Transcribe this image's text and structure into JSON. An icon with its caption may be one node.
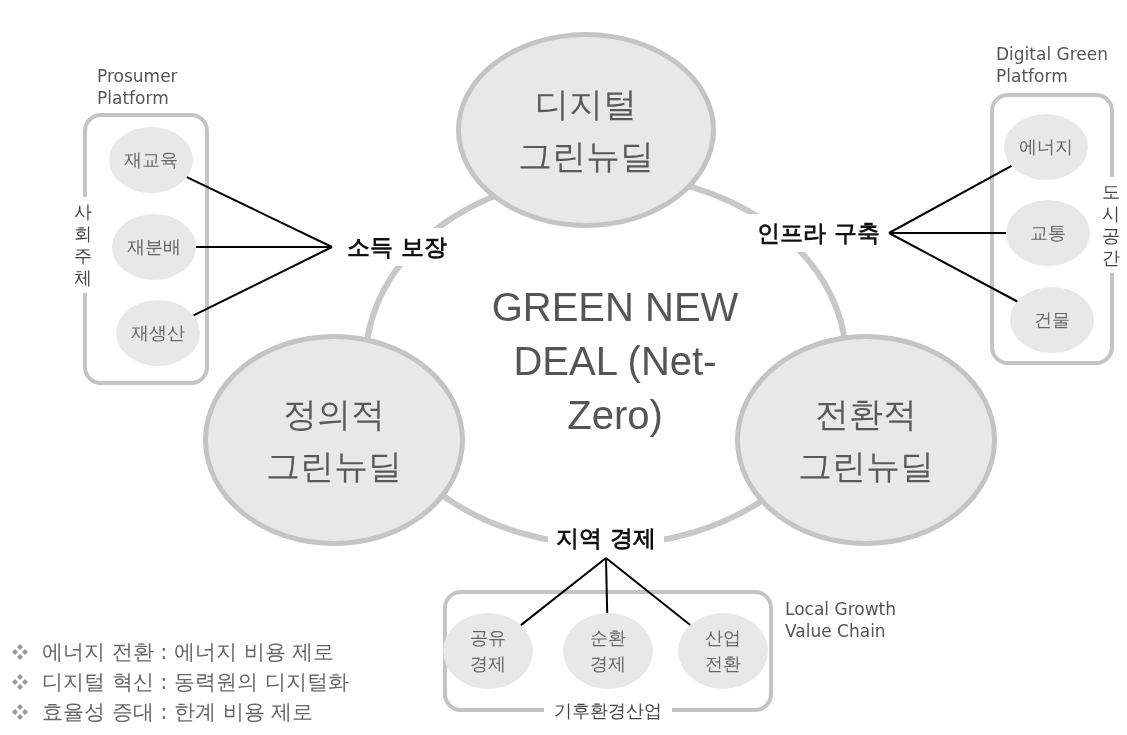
{
  "diagram": {
    "nodes": [
      {
        "text": [
          "디지털 그린뉴딜"
        ]
      },
      {
        "text": [
          "정의적 그린뉴딜"
        ]
      },
      {
        "text": [
          "전환적 그린뉴딜"
        ]
      },
      {
        "text": [
          "소득 보장"
        ]
      },
      {
        "text": [
          "Prosumer Platform",
          "사회주체"
        ]
      },
      {
        "text": [
          "재교육"
        ],
        "in": 4
      },
      {
        "text": [
          "재분배"
        ],
        "in": 4
      },
      {
        "text": [
          "재생산"
        ],
        "in": 4
      },
      {
        "text": [
          "인프라 구축"
        ]
      },
      {
        "text": [
          "Digital Green Platform",
          "도시공간"
        ]
      },
      {
        "text": [
          "에너지"
        ],
        "in": 9
      },
      {
        "text": [
          "교통"
        ],
        "in": 9
      },
      {
        "text": [
          "건물"
        ],
        "in": 9
      },
      {
        "text": [
          "지역 경제"
        ]
      },
      {
        "text": [
          "기후환경산업"
        ],
        "beside": [
          "Local Growth Value Chain"
        ]
      },
      {
        "text": [
          "공유 경제"
        ],
        "in": 14
      },
      {
        "text": [
          "순환 경제"
        ],
        "in": 14
      },
      {
        "text": [
          "산업 전환"
        ],
        "in": 14
      }
    ],
    "edges": [
      {
        "from": 3,
        "to": 5,
        "arrow": "none"
      },
      {
        "from": 3,
        "to": 6,
        "arrow": "none"
      },
      {
        "from": 3,
        "to": 7,
        "arrow": "none"
      },
      {
        "from": 8,
        "to": 10,
        "arrow": "none"
      },
      {
        "from": 8,
        "to": 11,
        "arrow": "none"
      },
      {
        "from": 8,
        "to": 12,
        "arrow": "none"
      },
      {
        "from": 13,
        "to": 15,
        "arrow": "none"
      },
      {
        "from": 13,
        "to": 16,
        "arrow": "none"
      },
      {
        "from": 13,
        "to": 17,
        "arrow": "none"
      }
    ],
    "labels": [
      "GREEN NEW DEAL (Net-Zero)",
      "에너지 전환 : 에너지 비용 제로",
      "디지털 혁신 : 동력원의 디지털화",
      "효율성 증대 : 한계 비용 제로"
    ]
  }
}
